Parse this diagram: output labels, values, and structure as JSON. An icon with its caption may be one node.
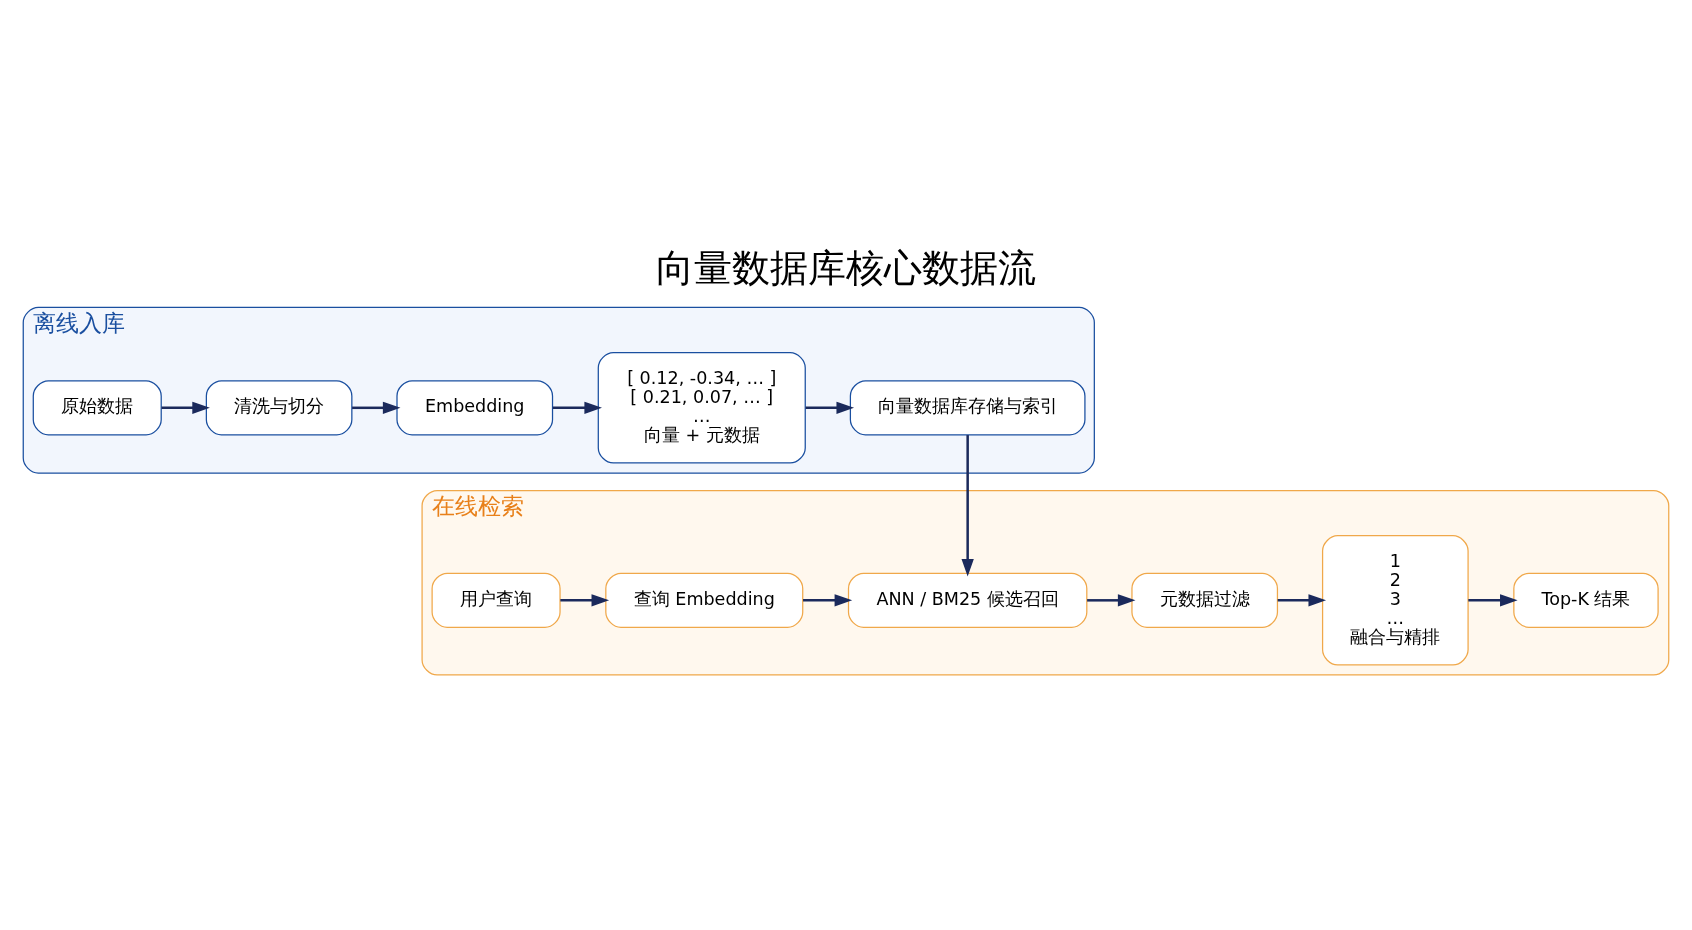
{
  "diagram": {
    "title": "向量数据库核心数据流",
    "nodes": [
      {
        "text": [
          "离线入库"
        ]
      },
      {
        "text": [
          "原始数据"
        ],
        "in": 0
      },
      {
        "text": [
          "清洗与切分"
        ],
        "in": 0
      },
      {
        "text": [
          "Embedding"
        ],
        "in": 0
      },
      {
        "text": [
          "[ 0.12, -0.34, … ]",
          "[ 0.21, 0.07, … ]",
          "…",
          "向量 + 元数据"
        ],
        "in": 0
      },
      {
        "text": [
          "向量数据库存储与索引"
        ],
        "in": 0
      },
      {
        "text": [
          "在线检索"
        ]
      },
      {
        "text": [
          "用户查询"
        ],
        "in": 6
      },
      {
        "text": [
          "查询 Embedding"
        ],
        "in": 6
      },
      {
        "text": [
          "ANN / BM25 候选召回"
        ],
        "in": 6
      },
      {
        "text": [
          "元数据过滤"
        ],
        "in": 6
      },
      {
        "text": [
          "1",
          "2",
          "3",
          "…",
          "融合与精排"
        ],
        "in": 6
      },
      {
        "text": [
          "Top-K 结果"
        ],
        "in": 6
      }
    ],
    "edges": [
      {
        "from": 1,
        "to": 2,
        "arrow": "to"
      },
      {
        "from": 2,
        "to": 3,
        "arrow": "to"
      },
      {
        "from": 3,
        "to": 4,
        "arrow": "to"
      },
      {
        "from": 4,
        "to": 5,
        "arrow": "to"
      },
      {
        "from": 5,
        "to": 9,
        "arrow": "to"
      },
      {
        "from": 7,
        "to": 8,
        "arrow": "to"
      },
      {
        "from": 8,
        "to": 9,
        "arrow": "to"
      },
      {
        "from": 9,
        "to": 10,
        "arrow": "to"
      },
      {
        "from": 10,
        "to": 11,
        "arrow": "to"
      },
      {
        "from": 11,
        "to": 12,
        "arrow": "to"
      }
    ]
  }
}
